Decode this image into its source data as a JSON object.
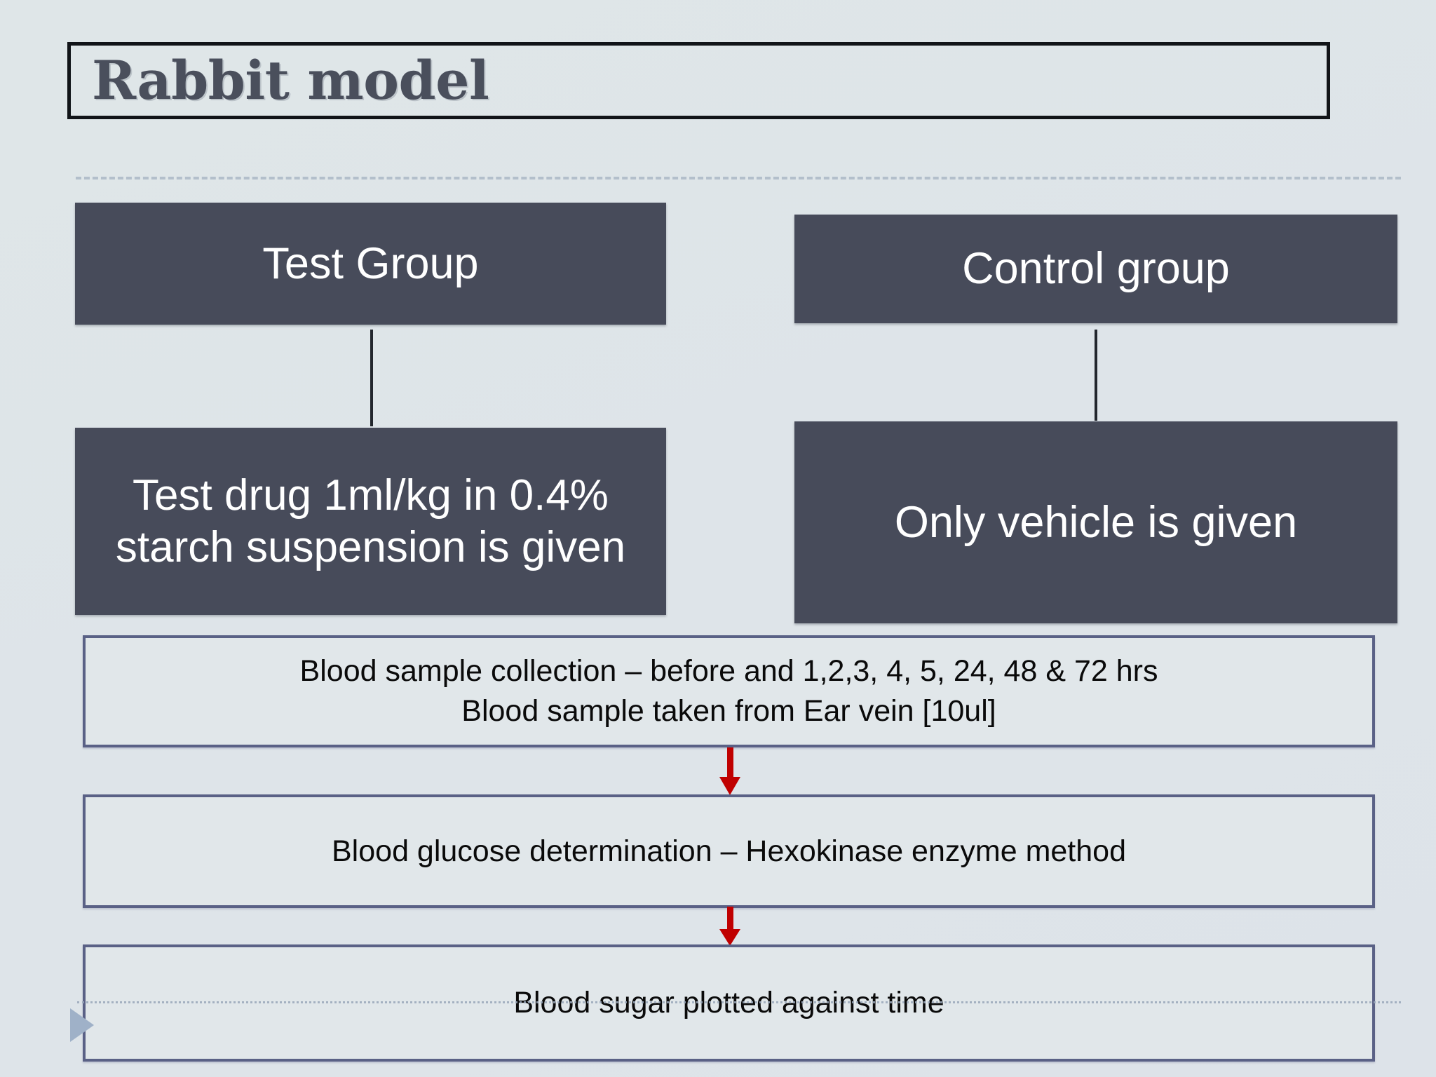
{
  "slide": {
    "background_color": "#dfe5e8",
    "title": "Rabbit model",
    "title_color": "#4a4f5c",
    "accent_dark": "#474b5a",
    "accent_border": "#5a6186",
    "arrow_color": "#c00000",
    "marker_color": "#9fb1c8"
  },
  "flow": {
    "arms": [
      {
        "group_label": "Test Group",
        "treatment_label": "Test drug 1ml/kg in 0.4% starch suspension is given"
      },
      {
        "group_label": "Control group",
        "treatment_label": "Only vehicle is given"
      }
    ],
    "steps": [
      {
        "name": "blood-sample-collection",
        "lines": [
          "Blood sample collection – before and 1,2,3, 4, 5, 24, 48 & 72 hrs",
          "Blood sample taken from Ear vein [10ul]"
        ]
      },
      {
        "name": "blood-glucose-determination",
        "lines": [
          "Blood glucose determination – Hexokinase enzyme method"
        ]
      },
      {
        "name": "blood-sugar-plot",
        "lines": [
          "Blood sugar plotted against time"
        ]
      }
    ]
  }
}
